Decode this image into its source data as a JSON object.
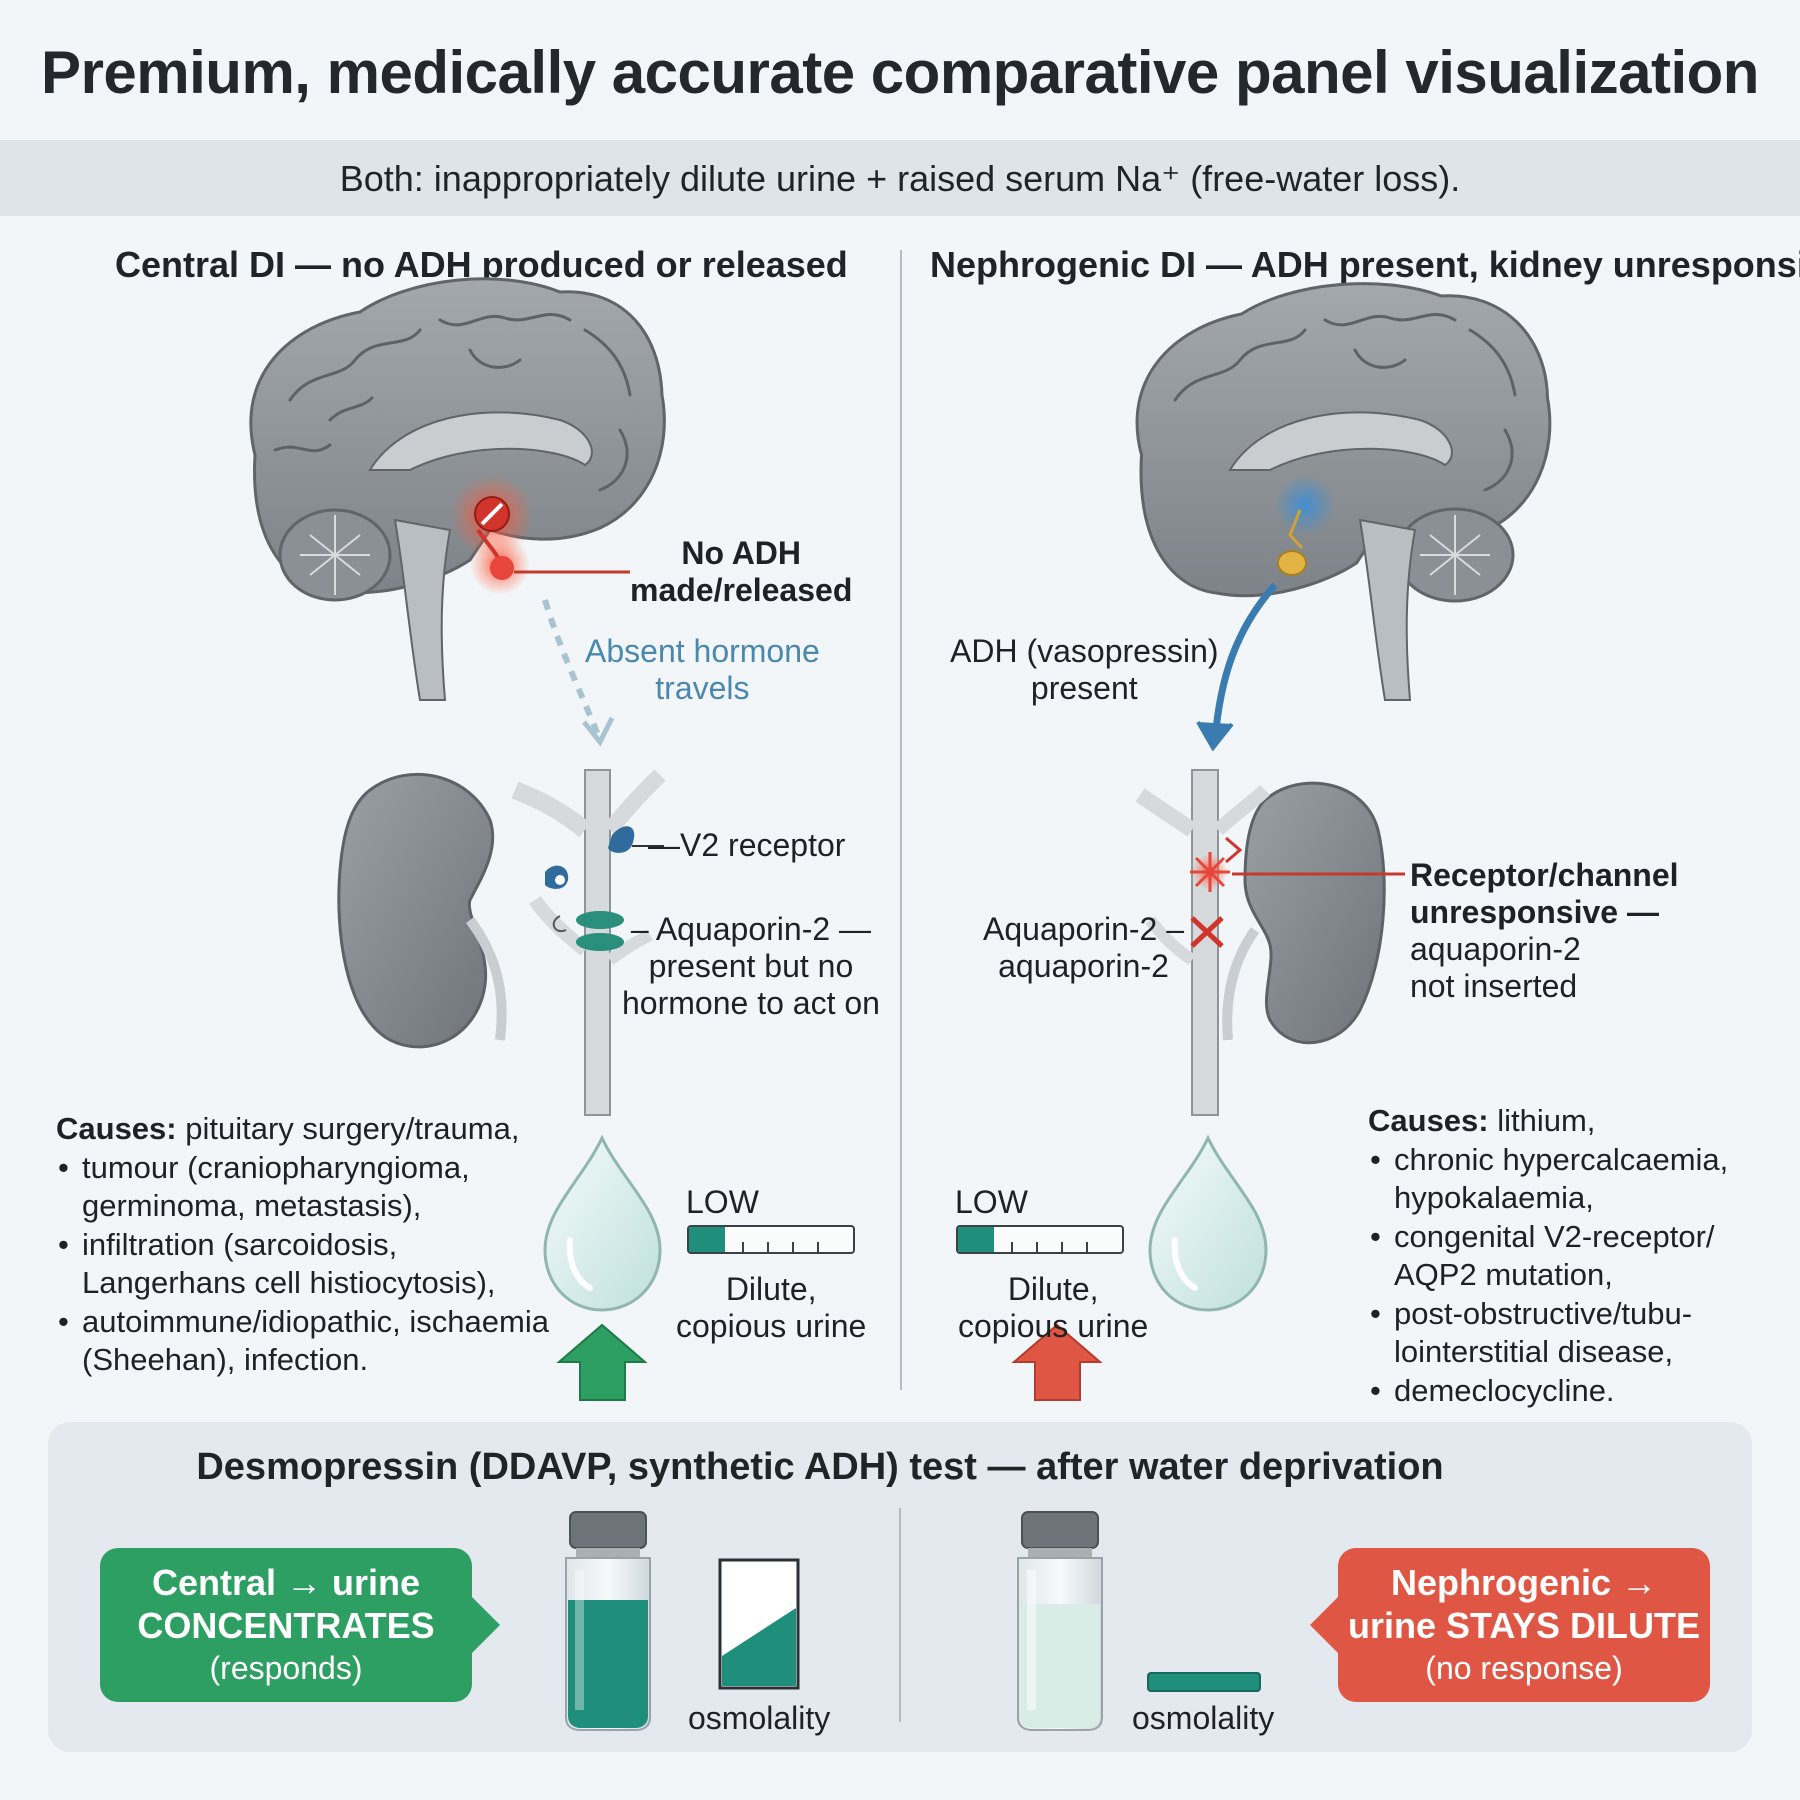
{
  "title": "Premium, medically accurate comparative panel visualization",
  "subtitle": "Both: inappropriately dilute urine + raised serum Na⁺ (free-water loss).",
  "central": {
    "heading": "Central DI — no ADH produced or released",
    "no_adh_label": [
      "No ADH",
      "made/released"
    ],
    "absent_label": [
      "Absent hormone",
      "travels"
    ],
    "v2_label": "—V2 receptor",
    "aqp_label": [
      "– Aquaporin-2 —",
      "present but no",
      "hormone to act on"
    ],
    "scale_label": "LOW",
    "scale_fraction": 0.22,
    "urine_label": [
      "Dilute,",
      "copious urine"
    ],
    "causes_title": "Causes:",
    "causes_first": " pituitary surgery/trauma,",
    "causes": [
      "tumour (craniopharyngioma, germinoma, metastasis),",
      "infiltration (sarcoidosis, Langerhans cell histiocytosis),",
      "autoimmune/idiopathic, ischaemia (Sheehan), infection."
    ]
  },
  "nephrogenic": {
    "heading": "Nephrogenic DI — ADH present, kidney unresponsive",
    "adh_label": [
      "ADH (vasopressin)",
      "present"
    ],
    "aqp_label": [
      "Aquaporin-2 –",
      "aquaporin-2"
    ],
    "receptor_label": [
      "Receptor/channel",
      "unresponsive —",
      "aquaporin-2",
      "not inserted"
    ],
    "scale_label": "LOW",
    "scale_fraction": 0.22,
    "urine_label": [
      "Dilute,",
      "copious urine"
    ],
    "causes_title": "Causes:",
    "causes_first": " lithium,",
    "causes": [
      "chronic hypercalcaemia, hypokalaemia,",
      "congenital V2-receptor/ AQP2 mutation,",
      "post-obstructive/tubu- lointerstitial disease,",
      "demeclocycline."
    ]
  },
  "test": {
    "title": "Desmopressin (DDAVP, synthetic ADH) test — after water deprivation",
    "central_result": [
      "Central → urine",
      "CONCENTRATES",
      "(responds)"
    ],
    "neph_result": [
      "Nephrogenic →",
      "urine STAYS DILUTE",
      "(no response)"
    ],
    "osmolality_label": "osmolality"
  },
  "colors": {
    "green": "#2e9f62",
    "red": "#e05644",
    "teal": "#1f8f7c",
    "blue_arrow": "#3a7cb0",
    "brain_grey": "#8f9498"
  }
}
